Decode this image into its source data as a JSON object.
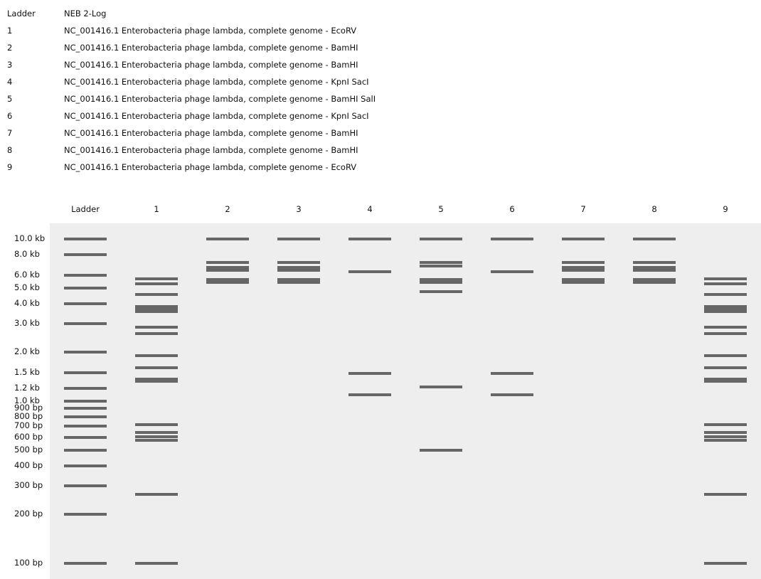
{
  "legend": [
    {
      "key": "Ladder",
      "desc": "NEB 2-Log"
    },
    {
      "key": "1",
      "desc": "NC_001416.1 Enterobacteria phage lambda, complete genome - EcoRV"
    },
    {
      "key": "2",
      "desc": "NC_001416.1 Enterobacteria phage lambda, complete genome - BamHI"
    },
    {
      "key": "3",
      "desc": "NC_001416.1 Enterobacteria phage lambda, complete genome - BamHI"
    },
    {
      "key": "4",
      "desc": "NC_001416.1 Enterobacteria phage lambda, complete genome - KpnI SacI"
    },
    {
      "key": "5",
      "desc": "NC_001416.1 Enterobacteria phage lambda, complete genome - BamHI SalI"
    },
    {
      "key": "6",
      "desc": "NC_001416.1 Enterobacteria phage lambda, complete genome - KpnI SacI"
    },
    {
      "key": "7",
      "desc": "NC_001416.1 Enterobacteria phage lambda, complete genome - BamHI"
    },
    {
      "key": "8",
      "desc": "NC_001416.1 Enterobacteria phage lambda, complete genome - BamHI"
    },
    {
      "key": "9",
      "desc": "NC_001416.1 Enterobacteria phage lambda, complete genome - EcoRV"
    }
  ],
  "colors": {
    "gel_background": "#eeeeee",
    "band": "#666666",
    "text": "#111111"
  },
  "gel": {
    "size_axis_bp": [
      100,
      10000
    ],
    "scale": "log",
    "size_labels": [
      {
        "bp": 10000,
        "label": "10.0 kb"
      },
      {
        "bp": 8000,
        "label": "8.0 kb"
      },
      {
        "bp": 6000,
        "label": "6.0 kb"
      },
      {
        "bp": 5000,
        "label": "5.0 kb"
      },
      {
        "bp": 4000,
        "label": "4.0 kb"
      },
      {
        "bp": 3000,
        "label": "3.0 kb"
      },
      {
        "bp": 2000,
        "label": "2.0 kb"
      },
      {
        "bp": 1500,
        "label": "1.5 kb"
      },
      {
        "bp": 1200,
        "label": "1.2 kb"
      },
      {
        "bp": 1000,
        "label": "1.0 kb"
      },
      {
        "bp": 900,
        "label": "900 bp"
      },
      {
        "bp": 800,
        "label": "800 bp"
      },
      {
        "bp": 700,
        "label": "700 bp"
      },
      {
        "bp": 600,
        "label": "600 bp"
      },
      {
        "bp": 500,
        "label": "500 bp"
      },
      {
        "bp": 400,
        "label": "400 bp"
      },
      {
        "bp": 300,
        "label": "300 bp"
      },
      {
        "bp": 200,
        "label": "200 bp"
      },
      {
        "bp": 100,
        "label": "100 bp"
      }
    ],
    "lanes": [
      {
        "name": "Ladder",
        "bands": [
          {
            "bp": 10000
          },
          {
            "bp": 8000
          },
          {
            "bp": 6000
          },
          {
            "bp": 5000
          },
          {
            "bp": 4000
          },
          {
            "bp": 3000
          },
          {
            "bp": 2000
          },
          {
            "bp": 1500
          },
          {
            "bp": 1200
          },
          {
            "bp": 1000
          },
          {
            "bp": 900
          },
          {
            "bp": 800
          },
          {
            "bp": 700
          },
          {
            "bp": 600
          },
          {
            "bp": 500
          },
          {
            "bp": 400
          },
          {
            "bp": 300
          },
          {
            "bp": 200
          },
          {
            "bp": 100
          }
        ]
      },
      {
        "name": "1",
        "bands": [
          {
            "bp": 5700
          },
          {
            "bp": 5300
          },
          {
            "bp": 4550
          },
          {
            "bp": 3700,
            "thickness": 3
          },
          {
            "bp": 2850
          },
          {
            "bp": 2600
          },
          {
            "bp": 1900
          },
          {
            "bp": 1600
          },
          {
            "bp": 1350,
            "thickness": 2
          },
          {
            "bp": 720
          },
          {
            "bp": 640
          },
          {
            "bp": 605
          },
          {
            "bp": 575
          },
          {
            "bp": 265
          },
          {
            "bp": 100
          }
        ]
      },
      {
        "name": "2",
        "bands": [
          {
            "bp": 10000
          },
          {
            "bp": 7200
          },
          {
            "bp": 6550,
            "thickness": 2
          },
          {
            "bp": 5500,
            "thickness": 2
          }
        ]
      },
      {
        "name": "3",
        "bands": [
          {
            "bp": 10000
          },
          {
            "bp": 7200
          },
          {
            "bp": 6550,
            "thickness": 2
          },
          {
            "bp": 5500,
            "thickness": 2
          }
        ]
      },
      {
        "name": "4",
        "bands": [
          {
            "bp": 10000
          },
          {
            "bp": 6300
          },
          {
            "bp": 1480
          },
          {
            "bp": 1090
          }
        ]
      },
      {
        "name": "5",
        "bands": [
          {
            "bp": 10000
          },
          {
            "bp": 7200
          },
          {
            "bp": 6800
          },
          {
            "bp": 5500,
            "thickness": 2
          },
          {
            "bp": 4750
          },
          {
            "bp": 1230
          },
          {
            "bp": 500
          }
        ]
      },
      {
        "name": "6",
        "bands": [
          {
            "bp": 10000
          },
          {
            "bp": 6300
          },
          {
            "bp": 1480
          },
          {
            "bp": 1090
          }
        ]
      },
      {
        "name": "7",
        "bands": [
          {
            "bp": 10000
          },
          {
            "bp": 7200
          },
          {
            "bp": 6550,
            "thickness": 2
          },
          {
            "bp": 5500,
            "thickness": 2
          }
        ]
      },
      {
        "name": "8",
        "bands": [
          {
            "bp": 10000
          },
          {
            "bp": 7200
          },
          {
            "bp": 6550,
            "thickness": 2
          },
          {
            "bp": 5500,
            "thickness": 2
          }
        ]
      },
      {
        "name": "9",
        "bands": [
          {
            "bp": 5700
          },
          {
            "bp": 5300
          },
          {
            "bp": 4550
          },
          {
            "bp": 3700,
            "thickness": 3
          },
          {
            "bp": 2850
          },
          {
            "bp": 2600
          },
          {
            "bp": 1900
          },
          {
            "bp": 1600
          },
          {
            "bp": 1350,
            "thickness": 2
          },
          {
            "bp": 720
          },
          {
            "bp": 640
          },
          {
            "bp": 605
          },
          {
            "bp": 575
          },
          {
            "bp": 265
          },
          {
            "bp": 100
          }
        ]
      }
    ]
  }
}
